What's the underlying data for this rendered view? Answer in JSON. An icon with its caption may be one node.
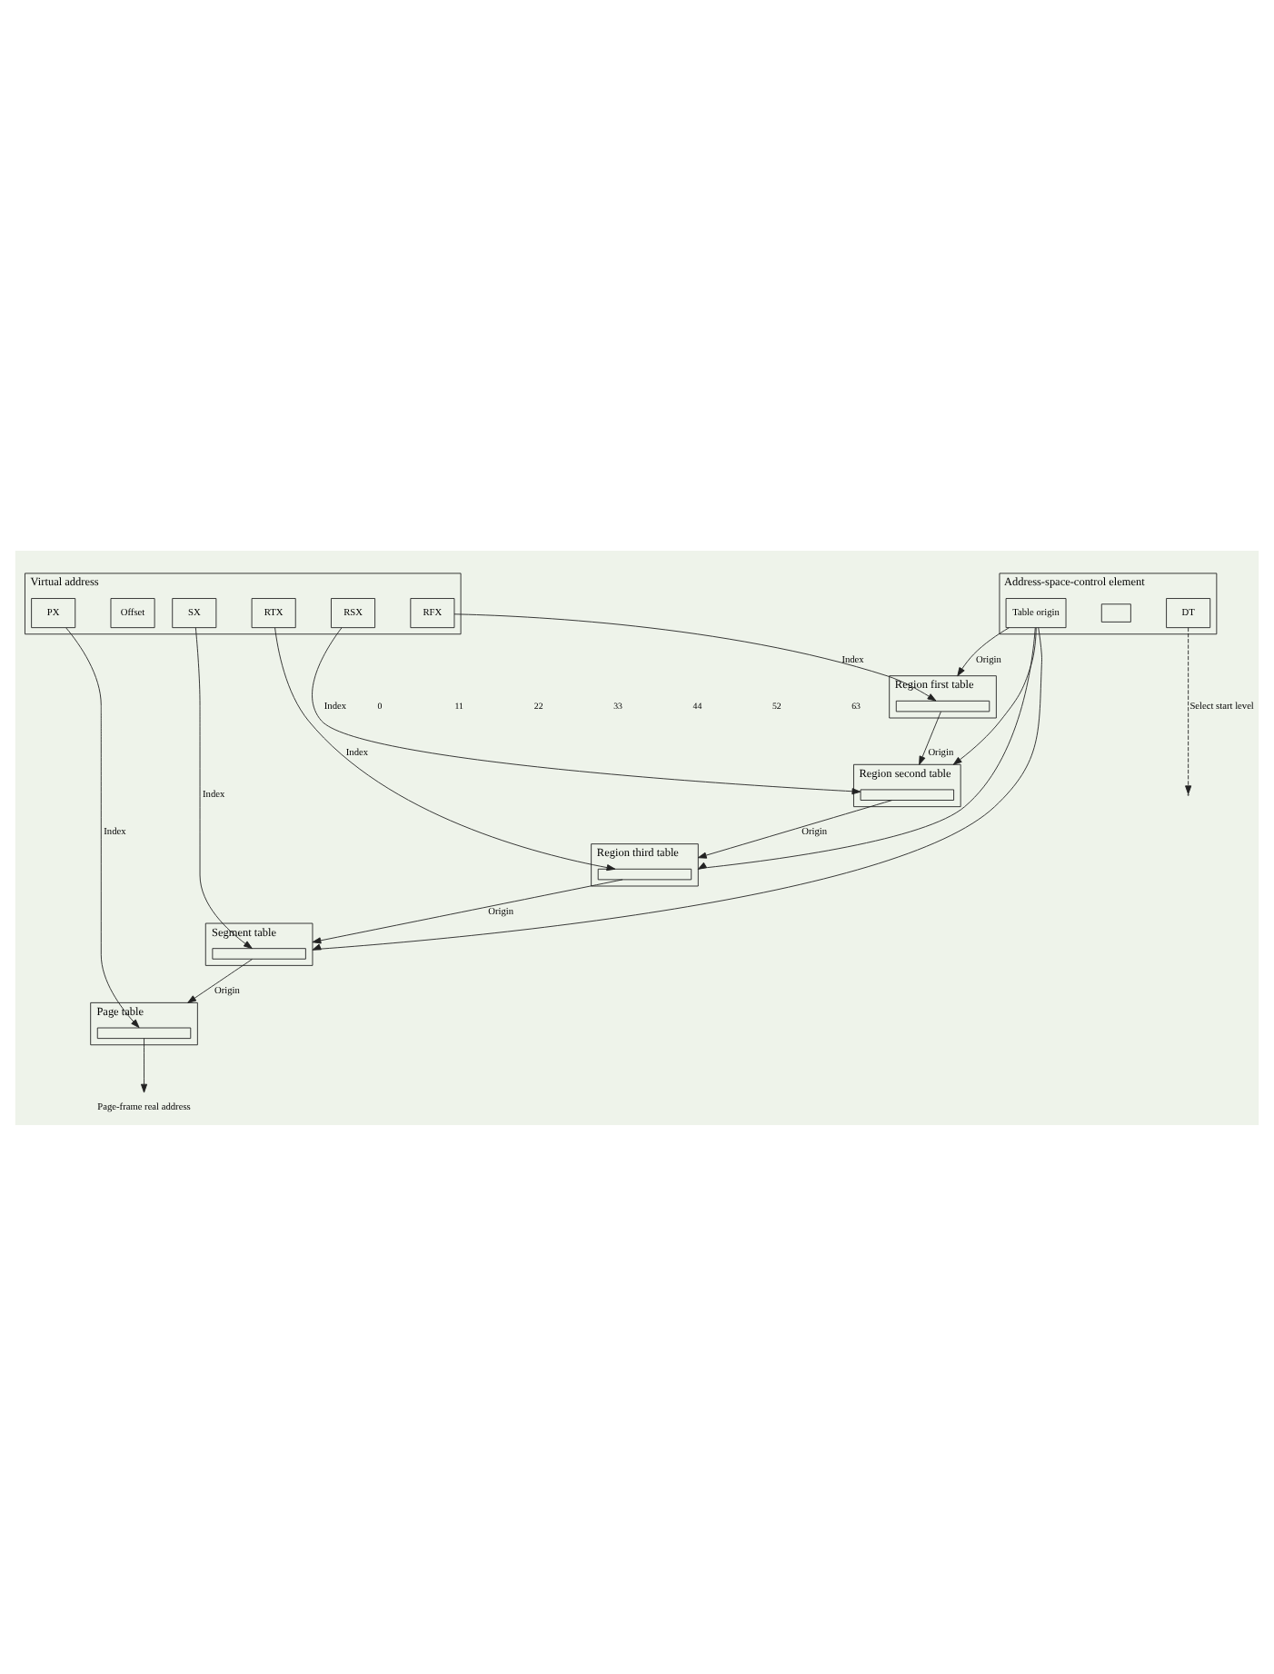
{
  "diagram": {
    "nodes": [
      {
        "text": [
          "Address-space-control element"
        ]
      },
      {
        "text": [
          "Table origin"
        ],
        "in": 0
      },
      {
        "text": [],
        "shape": "box",
        "in": 0
      },
      {
        "text": [
          "DT"
        ],
        "in": 0
      },
      {
        "text": [
          "Virtual address"
        ]
      },
      {
        "text": [
          "RFX"
        ],
        "in": 4
      },
      {
        "text": [
          "RSX"
        ],
        "in": 4
      },
      {
        "text": [
          "RTX"
        ],
        "in": 4
      },
      {
        "text": [
          "SX"
        ],
        "in": 4
      },
      {
        "text": [
          "PX"
        ],
        "in": 4
      },
      {
        "text": [
          "Offset"
        ],
        "in": 4
      },
      {
        "text": [
          "Region first table"
        ]
      },
      {
        "text": [],
        "shape": "bar",
        "in": 11
      },
      {
        "text": [
          "Region second table"
        ]
      },
      {
        "text": [],
        "shape": "bar",
        "in": 13
      },
      {
        "text": [
          "Region third table"
        ]
      },
      {
        "text": [],
        "shape": "bar",
        "in": 15
      },
      {
        "text": [
          "Segment table"
        ]
      },
      {
        "text": [],
        "shape": "bar",
        "in": 17
      },
      {
        "text": [
          "Page table"
        ]
      },
      {
        "text": [],
        "shape": "bar",
        "in": 19
      },
      {
        "text": [
          "Page-frame real address"
        ]
      }
    ],
    "edges": [
      {
        "from": 3,
        "to": null,
        "arrow": "to",
        "style": "dashed",
        "label": "Select start level"
      },
      {
        "from": 1,
        "to": 11,
        "arrow": "to",
        "label": "Origin"
      },
      {
        "from": 5,
        "to": 12,
        "arrow": "to",
        "label": "Index"
      },
      {
        "from": 1,
        "to": 13,
        "arrow": "to"
      },
      {
        "from": 12,
        "to": 13,
        "arrow": "to",
        "label": "Origin"
      },
      {
        "from": 6,
        "to": 14,
        "arrow": "to",
        "label": "Index"
      },
      {
        "from": 1,
        "to": 15,
        "arrow": "to"
      },
      {
        "from": 14,
        "to": 15,
        "arrow": "to",
        "label": "Origin"
      },
      {
        "from": 7,
        "to": 16,
        "arrow": "to",
        "label": "Index"
      },
      {
        "from": 1,
        "to": 17,
        "arrow": "to"
      },
      {
        "from": 16,
        "to": 17,
        "arrow": "to",
        "label": "Origin"
      },
      {
        "from": 8,
        "to": 18,
        "arrow": "to",
        "label": "Index"
      },
      {
        "from": 18,
        "to": 19,
        "arrow": "to",
        "label": "Origin"
      },
      {
        "from": 9,
        "to": 20,
        "arrow": "to",
        "label": "Index"
      },
      {
        "from": 20,
        "to": 21,
        "arrow": "to"
      }
    ],
    "labels": [
      "0",
      "11",
      "22",
      "33",
      "44",
      "52",
      "63"
    ]
  }
}
